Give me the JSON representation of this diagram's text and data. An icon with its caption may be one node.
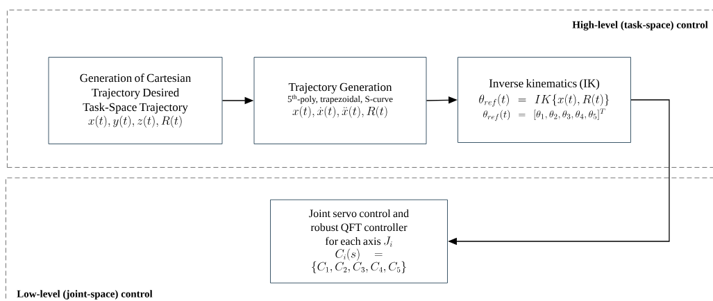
{
  "diagram": {
    "nodes": [
      {
        "text": [
          "High-level (task-space) control"
        ]
      },
      {
        "text": [
          "Generation of Cartesian Trajectory Desired Task-Space Trajectory",
          "x(t), y(t), z(t), R(t)"
        ],
        "in": 0
      },
      {
        "text": [
          "Trajectory Generation",
          "5$^{th}$-poly, trapezoidal, S-curve",
          "x(t), \\dot{x}(t), \\ddot{x}(t), R(t)"
        ],
        "in": 0
      },
      {
        "text": [
          "Inverse kinematics (IK)",
          "\\theta_{ref}(t) = IK\\{x(t), R(t)\\}",
          "\\theta_{ref}(t) = [\\theta_1, \\theta_2, \\theta_3, \\theta_4, \\theta_5]^T"
        ],
        "in": 0
      },
      {
        "text": [
          "Low-level (joint-space) control"
        ]
      },
      {
        "text": [
          "Joint servo control and robust QFT controller for each axis",
          "J_i",
          "C_i(s) = \\{C_1, C_2, C_3, C_4, C_5\\}"
        ],
        "in": 4
      }
    ],
    "edges": [
      {
        "from": 1,
        "to": 2,
        "arrow": "to"
      },
      {
        "from": 2,
        "to": 3,
        "arrow": "to"
      },
      {
        "from": 3,
        "to": 5,
        "arrow": "to"
      }
    ]
  }
}
